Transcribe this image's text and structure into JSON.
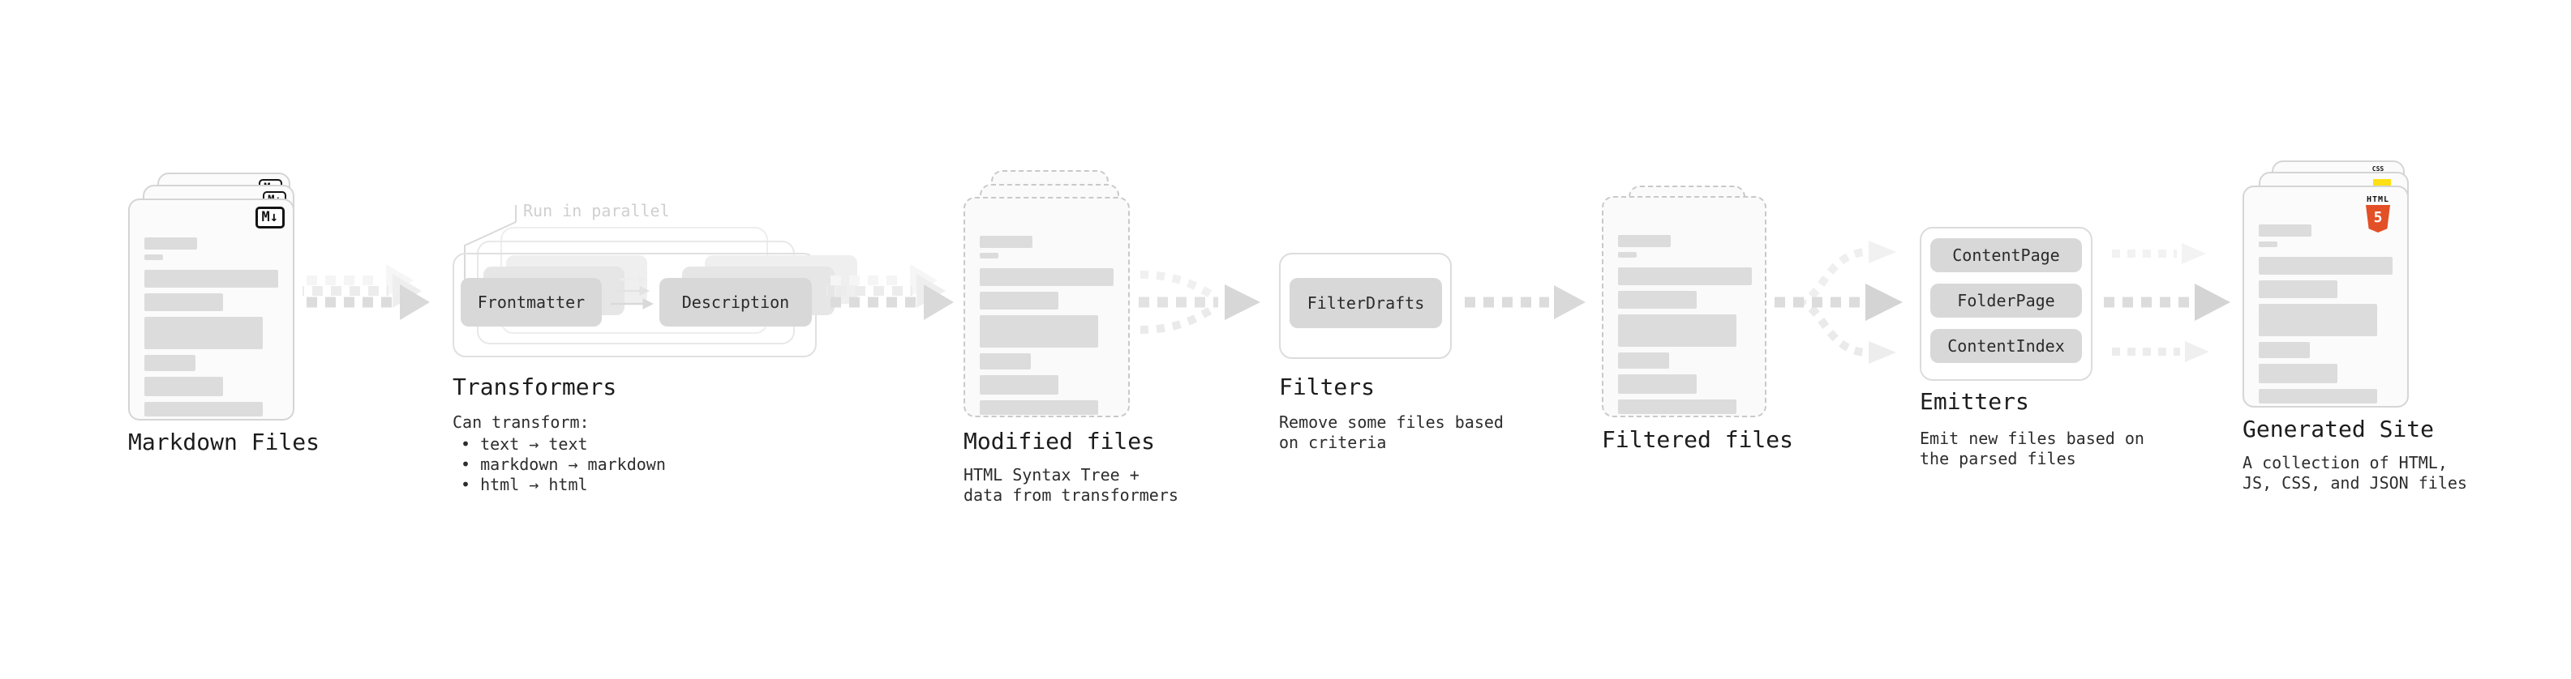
{
  "diagram": {
    "markdown_files": {
      "label": "Markdown Files",
      "badge": "M↓"
    },
    "transformers": {
      "label": "Transformers",
      "annotation": "Run in parallel",
      "nodes": [
        "Frontmatter",
        "Description"
      ],
      "caption": "Can transform:",
      "bullets": [
        "• text → text",
        "• markdown → markdown",
        "• html → html"
      ]
    },
    "modified_files": {
      "label": "Modified files",
      "caption_lines": [
        "HTML Syntax Tree +",
        "data from transformers"
      ]
    },
    "filters": {
      "label": "Filters",
      "nodes": [
        "FilterDrafts"
      ],
      "caption_lines": [
        "Remove some files based",
        "on criteria"
      ]
    },
    "filtered_files": {
      "label": "Filtered files"
    },
    "emitters": {
      "label": "Emitters",
      "nodes": [
        "ContentPage",
        "FolderPage",
        "ContentIndex"
      ],
      "caption_lines": [
        "Emit new files based on",
        "the parsed files"
      ]
    },
    "generated_site": {
      "label": "Generated Site",
      "caption_lines": [
        "A collection of HTML,",
        "JS, CSS, and JSON files"
      ],
      "badges": {
        "html_label": "HTML",
        "html_number": "5",
        "css_label": "CSS"
      }
    }
  },
  "colors": {
    "html5_orange": "#E34F26",
    "js_yellow": "#FFE014",
    "css_blue": "#2667F1",
    "arrow_gray": "#D9D9D9",
    "skeleton_gray": "#DCDCDC"
  }
}
